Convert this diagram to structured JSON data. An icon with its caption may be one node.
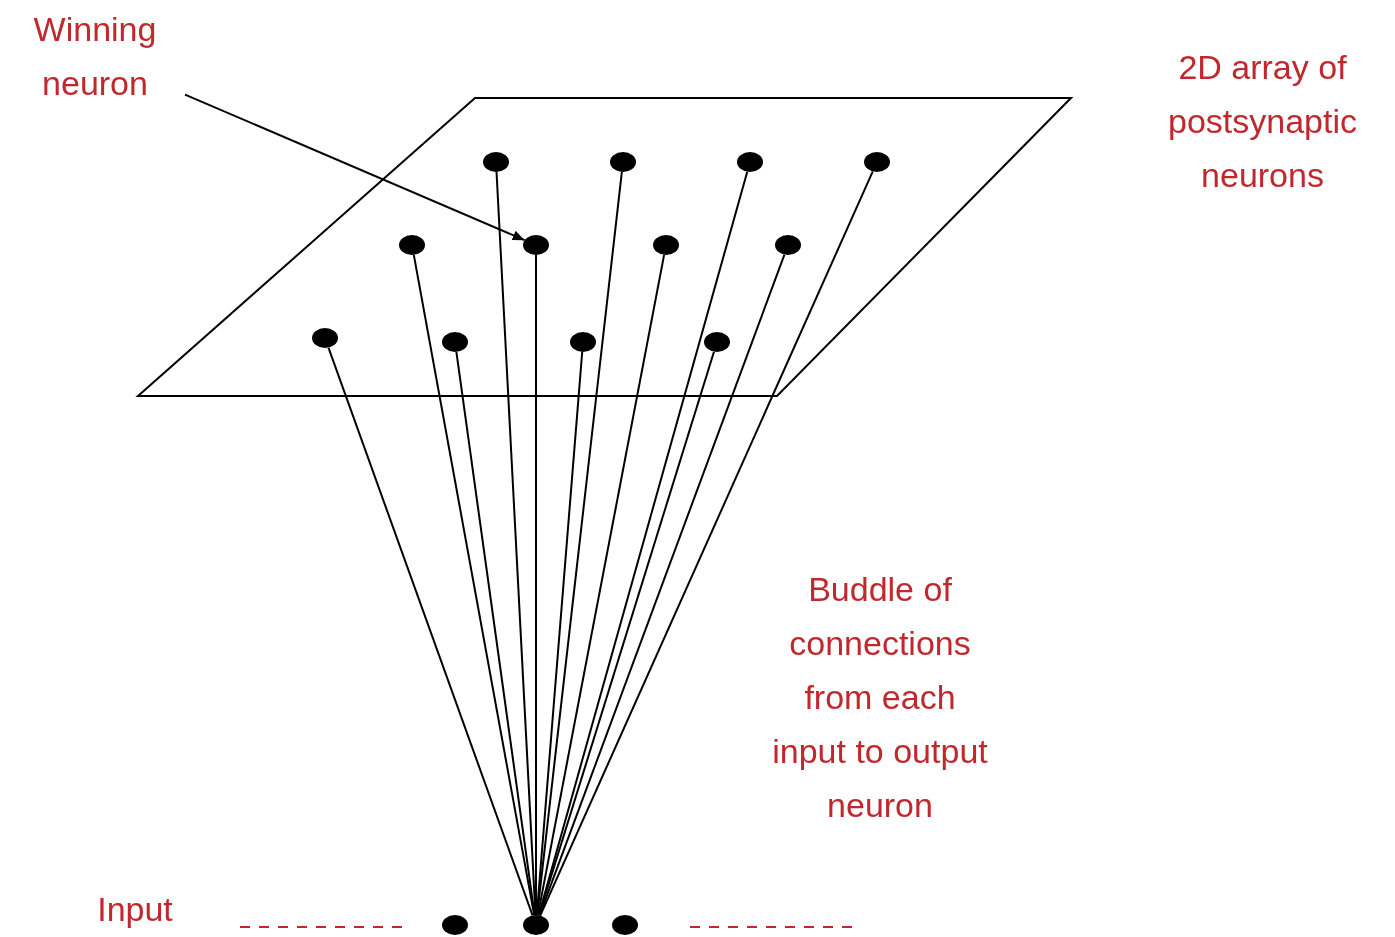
{
  "diagram": {
    "nodes": [
      {
        "text": [],
        "shape": "parallelogram"
      },
      {
        "text": [],
        "shape": "circle",
        "in": 0
      },
      {
        "text": [],
        "shape": "circle",
        "in": 0
      },
      {
        "text": [],
        "shape": "circle",
        "in": 0
      },
      {
        "text": [],
        "shape": "circle",
        "in": 0
      },
      {
        "text": [],
        "shape": "circle",
        "in": 0
      },
      {
        "text": [],
        "shape": "circle",
        "in": 0
      },
      {
        "text": [],
        "shape": "circle",
        "in": 0
      },
      {
        "text": [],
        "shape": "circle",
        "in": 0
      },
      {
        "text": [],
        "shape": "circle",
        "in": 0
      },
      {
        "text": [],
        "shape": "circle",
        "in": 0
      },
      {
        "text": [],
        "shape": "circle",
        "in": 0
      },
      {
        "text": [],
        "shape": "circle",
        "in": 0
      },
      {
        "text": [
          "Winning neuron"
        ]
      },
      {
        "text": [],
        "shape": "circle"
      },
      {
        "text": [],
        "shape": "circle"
      },
      {
        "text": [],
        "shape": "circle"
      }
    ],
    "edges": [
      {
        "from": 13,
        "to": 6,
        "arrow": "to"
      },
      {
        "from": 15,
        "to": 1,
        "arrow": "none"
      },
      {
        "from": 15,
        "to": 2,
        "arrow": "none"
      },
      {
        "from": 15,
        "to": 3,
        "arrow": "none"
      },
      {
        "from": 15,
        "to": 4,
        "arrow": "none"
      },
      {
        "from": 15,
        "to": 5,
        "arrow": "none"
      },
      {
        "from": 15,
        "to": 6,
        "arrow": "none"
      },
      {
        "from": 15,
        "to": 7,
        "arrow": "none"
      },
      {
        "from": 15,
        "to": 8,
        "arrow": "none"
      },
      {
        "from": 15,
        "to": 9,
        "arrow": "none"
      },
      {
        "from": 15,
        "to": 10,
        "arrow": "none"
      },
      {
        "from": 15,
        "to": 11,
        "arrow": "none"
      },
      {
        "from": 15,
        "to": 12,
        "arrow": "none"
      }
    ],
    "labels": [
      "2D array of postsynaptic neurons",
      "Buddle of connections from each input to output neuron",
      "Input"
    ]
  }
}
